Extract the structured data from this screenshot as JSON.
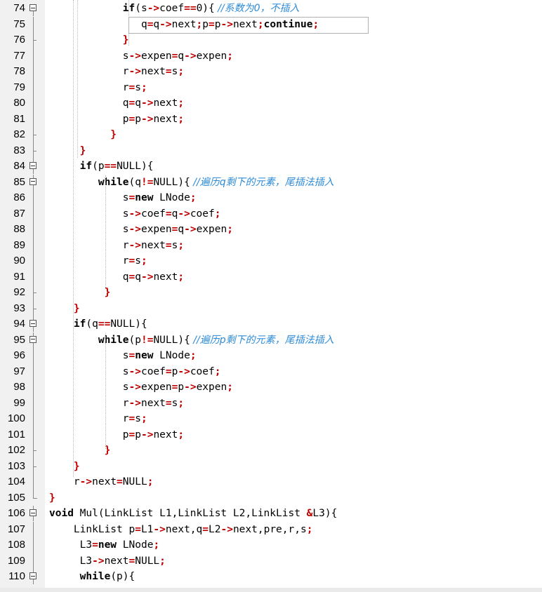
{
  "editor": {
    "lines": [
      {
        "num": "74",
        "fold": "open",
        "segs": [
          [
            "            ",
            ""
          ],
          [
            "if",
            "kw"
          ],
          [
            "(s",
            ""
          ],
          [
            "->",
            "op"
          ],
          [
            "coef",
            ""
          ],
          [
            "==",
            "op"
          ],
          [
            "0){",
            ""
          ],
          [
            " //系数为0，不插入",
            "cm"
          ]
        ]
      },
      {
        "num": "75",
        "fold": "line",
        "segs": [
          [
            "               q",
            ""
          ],
          [
            "=",
            "op"
          ],
          [
            "q",
            ""
          ],
          [
            "->",
            "op"
          ],
          [
            "next",
            ""
          ],
          [
            ";",
            "op"
          ],
          [
            "p",
            ""
          ],
          [
            "=",
            "op"
          ],
          [
            "p",
            ""
          ],
          [
            "->",
            "op"
          ],
          [
            "next",
            ""
          ],
          [
            ";",
            "op"
          ],
          [
            "continue",
            "kw"
          ],
          [
            ";",
            "op"
          ]
        ]
      },
      {
        "num": "76",
        "fold": "end",
        "segs": [
          [
            "            }",
            "op"
          ]
        ]
      },
      {
        "num": "77",
        "fold": "line",
        "segs": [
          [
            "            s",
            ""
          ],
          [
            "->",
            "op"
          ],
          [
            "expen",
            ""
          ],
          [
            "=",
            "op"
          ],
          [
            "q",
            ""
          ],
          [
            "->",
            "op"
          ],
          [
            "expen",
            ""
          ],
          [
            ";",
            "op"
          ]
        ]
      },
      {
        "num": "78",
        "fold": "line",
        "segs": [
          [
            "            r",
            ""
          ],
          [
            "->",
            "op"
          ],
          [
            "next",
            ""
          ],
          [
            "=",
            "op"
          ],
          [
            "s",
            ""
          ],
          [
            ";",
            "op"
          ]
        ]
      },
      {
        "num": "79",
        "fold": "line",
        "segs": [
          [
            "            r",
            ""
          ],
          [
            "=",
            "op"
          ],
          [
            "s",
            ""
          ],
          [
            ";",
            "op"
          ]
        ]
      },
      {
        "num": "80",
        "fold": "line",
        "segs": [
          [
            "            q",
            ""
          ],
          [
            "=",
            "op"
          ],
          [
            "q",
            ""
          ],
          [
            "->",
            "op"
          ],
          [
            "next",
            ""
          ],
          [
            ";",
            "op"
          ]
        ]
      },
      {
        "num": "81",
        "fold": "line",
        "segs": [
          [
            "            p",
            ""
          ],
          [
            "=",
            "op"
          ],
          [
            "p",
            ""
          ],
          [
            "->",
            "op"
          ],
          [
            "next",
            ""
          ],
          [
            ";",
            "op"
          ]
        ]
      },
      {
        "num": "82",
        "fold": "end",
        "segs": [
          [
            "          }",
            "op"
          ]
        ]
      },
      {
        "num": "83",
        "fold": "end",
        "segs": [
          [
            "     }",
            "op"
          ]
        ]
      },
      {
        "num": "84",
        "fold": "open",
        "segs": [
          [
            "     ",
            ""
          ],
          [
            "if",
            "kw"
          ],
          [
            "(p",
            ""
          ],
          [
            "==",
            "op"
          ],
          [
            "NULL){",
            ""
          ]
        ]
      },
      {
        "num": "85",
        "fold": "open",
        "segs": [
          [
            "        ",
            ""
          ],
          [
            "while",
            "kw"
          ],
          [
            "(q",
            ""
          ],
          [
            "!=",
            "op"
          ],
          [
            "NULL){",
            ""
          ],
          [
            " //遍历q剩下的元素，尾插法插入",
            "cm"
          ]
        ]
      },
      {
        "num": "86",
        "fold": "line",
        "segs": [
          [
            "            s",
            ""
          ],
          [
            "=",
            "op"
          ],
          [
            "new",
            "kw"
          ],
          [
            " LNode",
            ""
          ],
          [
            ";",
            "op"
          ]
        ]
      },
      {
        "num": "87",
        "fold": "line",
        "segs": [
          [
            "            s",
            ""
          ],
          [
            "->",
            "op"
          ],
          [
            "coef",
            ""
          ],
          [
            "=",
            "op"
          ],
          [
            "q",
            ""
          ],
          [
            "->",
            "op"
          ],
          [
            "coef",
            ""
          ],
          [
            ";",
            "op"
          ]
        ]
      },
      {
        "num": "88",
        "fold": "line",
        "segs": [
          [
            "            s",
            ""
          ],
          [
            "->",
            "op"
          ],
          [
            "expen",
            ""
          ],
          [
            "=",
            "op"
          ],
          [
            "q",
            ""
          ],
          [
            "->",
            "op"
          ],
          [
            "expen",
            ""
          ],
          [
            ";",
            "op"
          ]
        ]
      },
      {
        "num": "89",
        "fold": "line",
        "segs": [
          [
            "            r",
            ""
          ],
          [
            "->",
            "op"
          ],
          [
            "next",
            ""
          ],
          [
            "=",
            "op"
          ],
          [
            "s",
            ""
          ],
          [
            ";",
            "op"
          ]
        ]
      },
      {
        "num": "90",
        "fold": "line",
        "segs": [
          [
            "            r",
            ""
          ],
          [
            "=",
            "op"
          ],
          [
            "s",
            ""
          ],
          [
            ";",
            "op"
          ]
        ]
      },
      {
        "num": "91",
        "fold": "line",
        "segs": [
          [
            "            q",
            ""
          ],
          [
            "=",
            "op"
          ],
          [
            "q",
            ""
          ],
          [
            "->",
            "op"
          ],
          [
            "next",
            ""
          ],
          [
            ";",
            "op"
          ]
        ]
      },
      {
        "num": "92",
        "fold": "end",
        "segs": [
          [
            "         }",
            "op"
          ]
        ]
      },
      {
        "num": "93",
        "fold": "end",
        "segs": [
          [
            "    }",
            "op"
          ]
        ]
      },
      {
        "num": "94",
        "fold": "open",
        "segs": [
          [
            "    ",
            ""
          ],
          [
            "if",
            "kw"
          ],
          [
            "(q",
            ""
          ],
          [
            "==",
            "op"
          ],
          [
            "NULL){",
            ""
          ]
        ]
      },
      {
        "num": "95",
        "fold": "open",
        "segs": [
          [
            "        ",
            ""
          ],
          [
            "while",
            "kw"
          ],
          [
            "(p",
            ""
          ],
          [
            "!=",
            "op"
          ],
          [
            "NULL){",
            ""
          ],
          [
            " //遍历p剩下的元素，尾插法插入",
            "cm"
          ]
        ]
      },
      {
        "num": "96",
        "fold": "line",
        "segs": [
          [
            "            s",
            ""
          ],
          [
            "=",
            "op"
          ],
          [
            "new",
            "kw"
          ],
          [
            " LNode",
            ""
          ],
          [
            ";",
            "op"
          ]
        ]
      },
      {
        "num": "97",
        "fold": "line",
        "segs": [
          [
            "            s",
            ""
          ],
          [
            "->",
            "op"
          ],
          [
            "coef",
            ""
          ],
          [
            "=",
            "op"
          ],
          [
            "p",
            ""
          ],
          [
            "->",
            "op"
          ],
          [
            "coef",
            ""
          ],
          [
            ";",
            "op"
          ]
        ]
      },
      {
        "num": "98",
        "fold": "line",
        "segs": [
          [
            "            s",
            ""
          ],
          [
            "->",
            "op"
          ],
          [
            "expen",
            ""
          ],
          [
            "=",
            "op"
          ],
          [
            "p",
            ""
          ],
          [
            "->",
            "op"
          ],
          [
            "expen",
            ""
          ],
          [
            ";",
            "op"
          ]
        ]
      },
      {
        "num": "99",
        "fold": "line",
        "segs": [
          [
            "            r",
            ""
          ],
          [
            "->",
            "op"
          ],
          [
            "next",
            ""
          ],
          [
            "=",
            "op"
          ],
          [
            "s",
            ""
          ],
          [
            ";",
            "op"
          ]
        ]
      },
      {
        "num": "100",
        "fold": "line",
        "segs": [
          [
            "            r",
            ""
          ],
          [
            "=",
            "op"
          ],
          [
            "s",
            ""
          ],
          [
            ";",
            "op"
          ]
        ]
      },
      {
        "num": "101",
        "fold": "line",
        "segs": [
          [
            "            p",
            ""
          ],
          [
            "=",
            "op"
          ],
          [
            "p",
            ""
          ],
          [
            "->",
            "op"
          ],
          [
            "next",
            ""
          ],
          [
            ";",
            "op"
          ]
        ]
      },
      {
        "num": "102",
        "fold": "end",
        "segs": [
          [
            "         }",
            "op"
          ]
        ]
      },
      {
        "num": "103",
        "fold": "end",
        "segs": [
          [
            "    }",
            "op"
          ]
        ]
      },
      {
        "num": "104",
        "fold": "line",
        "segs": [
          [
            "    r",
            ""
          ],
          [
            "->",
            "op"
          ],
          [
            "next",
            ""
          ],
          [
            "=",
            "op"
          ],
          [
            "NULL",
            ""
          ],
          [
            ";",
            "op"
          ]
        ]
      },
      {
        "num": "105",
        "fold": "close",
        "segs": [
          [
            "}",
            "op"
          ]
        ]
      },
      {
        "num": "106",
        "fold": "open",
        "segs": [
          [
            "void",
            "kw"
          ],
          [
            " Mul(LinkList L1,LinkList L2,LinkList ",
            ""
          ],
          [
            "&",
            "op"
          ],
          [
            "L3){",
            ""
          ]
        ]
      },
      {
        "num": "107",
        "fold": "line",
        "segs": [
          [
            "    LinkList p",
            ""
          ],
          [
            "=",
            "op"
          ],
          [
            "L1",
            ""
          ],
          [
            "->",
            "op"
          ],
          [
            "next,q",
            ""
          ],
          [
            "=",
            "op"
          ],
          [
            "L2",
            ""
          ],
          [
            "->",
            "op"
          ],
          [
            "next,pre,r,s",
            ""
          ],
          [
            ";",
            "op"
          ]
        ]
      },
      {
        "num": "108",
        "fold": "line",
        "segs": [
          [
            "     L3",
            ""
          ],
          [
            "=",
            "op"
          ],
          [
            "new",
            "kw"
          ],
          [
            " LNode",
            ""
          ],
          [
            ";",
            "op"
          ]
        ]
      },
      {
        "num": "109",
        "fold": "line",
        "segs": [
          [
            "     L3",
            ""
          ],
          [
            "->",
            "op"
          ],
          [
            "next",
            ""
          ],
          [
            "=",
            "op"
          ],
          [
            "NULL",
            ""
          ],
          [
            ";",
            "op"
          ]
        ]
      },
      {
        "num": "110",
        "fold": "open",
        "segs": [
          [
            "     ",
            ""
          ],
          [
            "while",
            "kw"
          ],
          [
            "(p){",
            ""
          ]
        ]
      }
    ]
  }
}
